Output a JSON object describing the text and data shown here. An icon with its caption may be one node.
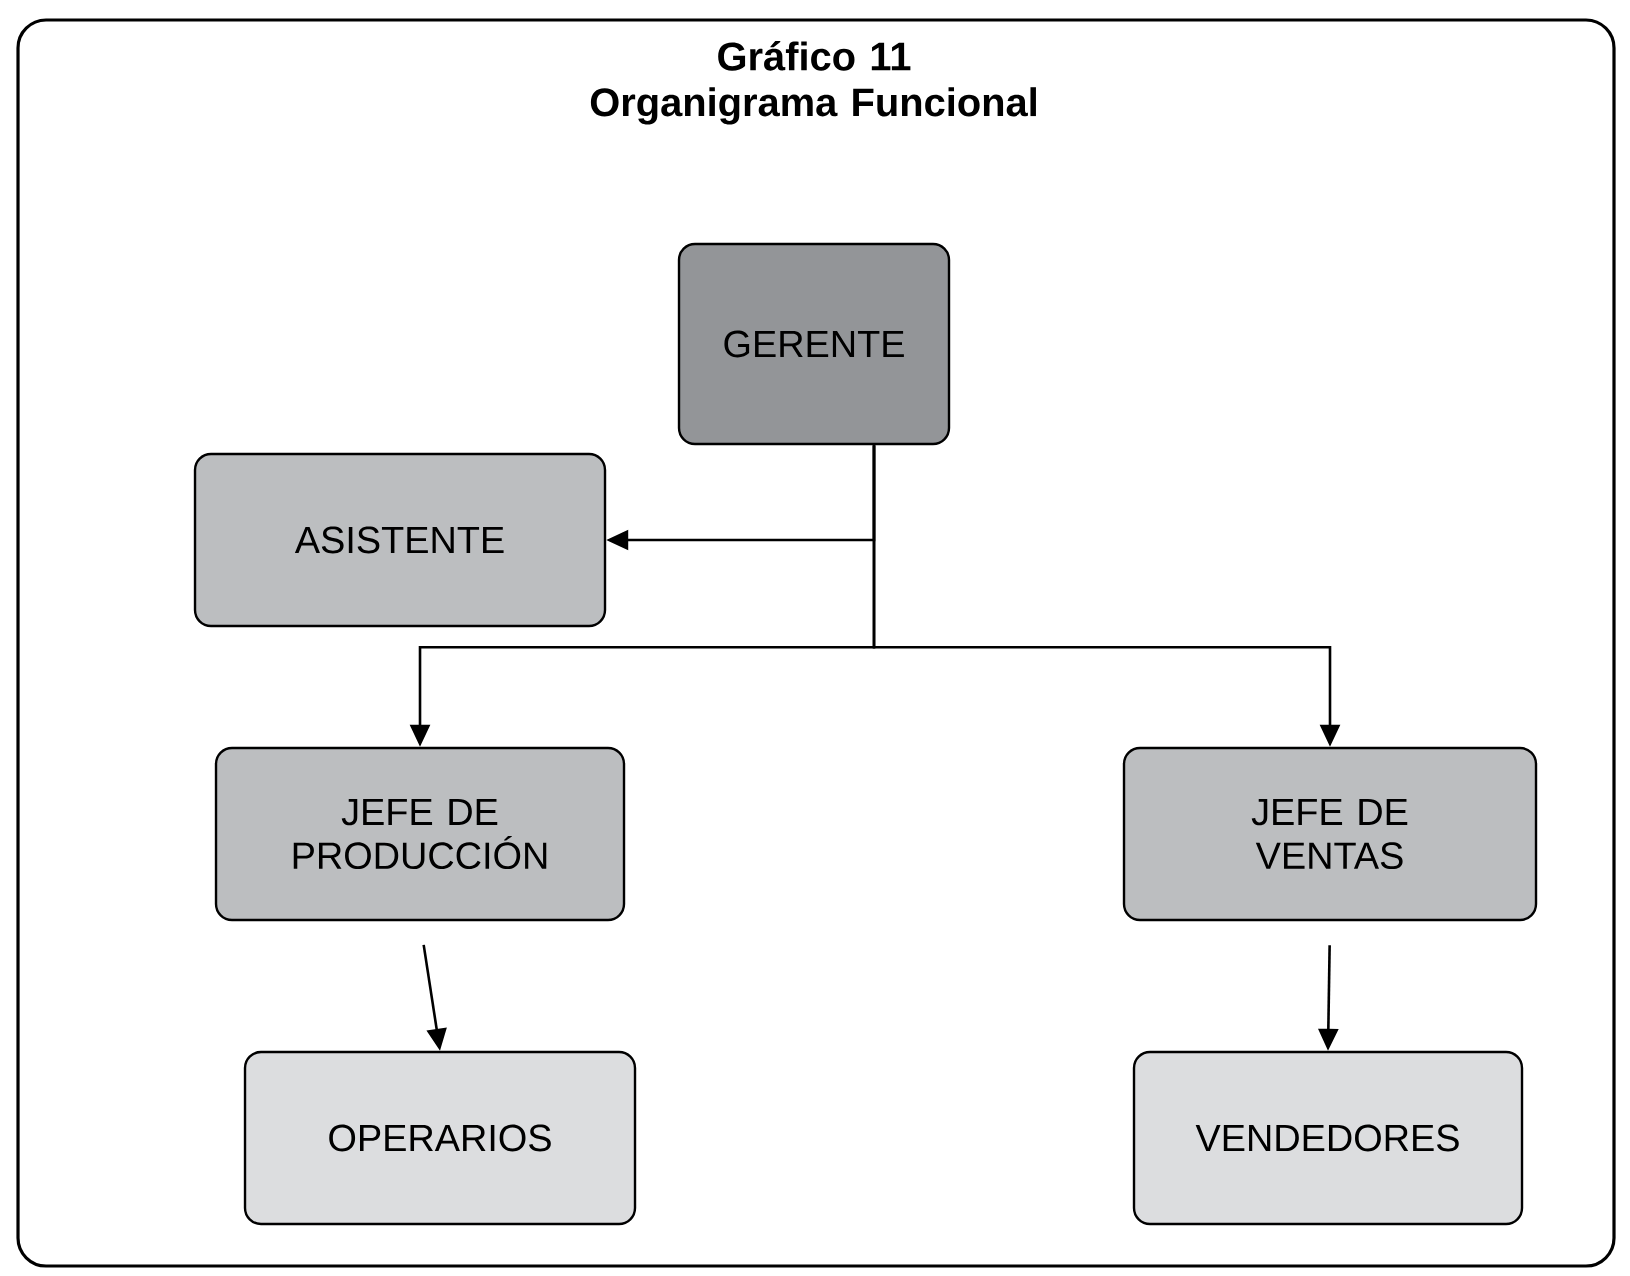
{
  "diagram": {
    "title": "Gráfico 11 Organigrama Funcional",
    "nodes": [
      {
        "text": [
          "GERENTE"
        ]
      },
      {
        "text": [
          "ASISTENTE"
        ]
      },
      {
        "text": [
          "JEFE DE PRODUCCIÓN"
        ]
      },
      {
        "text": [
          "JEFE DE VENTAS"
        ]
      },
      {
        "text": [
          "OPERARIOS"
        ]
      },
      {
        "text": [
          "VENDEDORES"
        ]
      }
    ],
    "edges": [
      {
        "from": 0,
        "to": 1,
        "arrow": "to"
      },
      {
        "from": 0,
        "to": 2,
        "arrow": "to"
      },
      {
        "from": 0,
        "to": 3,
        "arrow": "to"
      },
      {
        "from": 2,
        "to": 4,
        "arrow": "to"
      },
      {
        "from": 3,
        "to": 5,
        "arrow": "to"
      }
    ]
  }
}
